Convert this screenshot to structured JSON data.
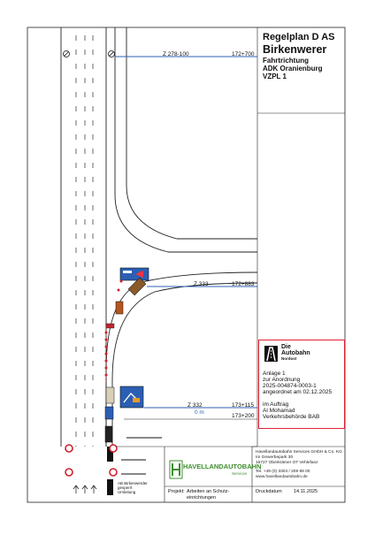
{
  "title": {
    "line1": "Regelplan D AS",
    "line2": "Birkenwerer",
    "line3": "Fahrtrichtung",
    "line4": "ADK Oranienburg",
    "line5": "VZPL 1"
  },
  "signs": [
    {
      "z": "Z  278-100",
      "km": "172+700"
    },
    {
      "z": "Z  333",
      "km": "172+883"
    },
    {
      "z": "Z  332",
      "km": "173+115",
      "note": "0 m"
    },
    {
      "z": "",
      "km": "173+200"
    }
  ],
  "logo": {
    "brand_line1": "Die",
    "brand_line2": "Autobahn",
    "brand_line3": "Nordost"
  },
  "approval": {
    "l1": "Anlage 1",
    "l2": "zur Anordnung",
    "l3": "2025-004874-0003-1",
    "l4": "angeordnet am 02.12.2025",
    "l5": "im Auftrag",
    "l6": "Al Mohamad",
    "l7": "Verkehrsbehörde BAB"
  },
  "company": {
    "name": "Havellandautobahn Services GmbH & Co. KG",
    "street": "Im Gewerbepark 30",
    "city": "16727 Oberkrämer OT Vehlefanz",
    "tel": "Tel. +49 (0) 3304 / 209 89 00",
    "web": "www.havellandautobahn.de",
    "logo_text": "HAVELLANDAUTOBAHN",
    "logo_sub": "Services"
  },
  "project": {
    "label": "Projekt:",
    "name_l1": "Arbeiten an Schutz-",
    "name_l2": "einrichtungen",
    "print_label": "Druckdatum",
    "print_date": "14.11.2025"
  },
  "legend_labels": {
    "ab_l1": "AB Birkenwerder",
    "ab_l2": "gesperrt",
    "ab_l3": "Umleitung"
  },
  "colors": {
    "accent_blue": "#2b5fb4",
    "accent_red": "#d0202a",
    "havelland_green": "#3f8f2e"
  }
}
